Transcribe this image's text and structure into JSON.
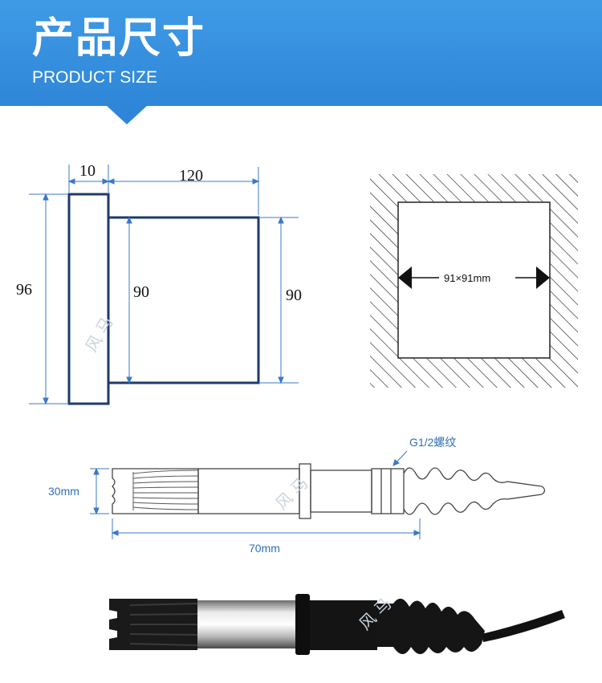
{
  "header": {
    "title_cn": "产品尺寸",
    "title_en": "PRODUCT SIZE"
  },
  "front_view": {
    "width_plate": "10",
    "width_body": "120",
    "height_plate": "96",
    "height_body_inner": "90",
    "height_body_outer": "90"
  },
  "cutout": {
    "label": "91×91mm"
  },
  "probe": {
    "thread_label": "G1/2螺纹",
    "diameter_label": "30mm",
    "length_label": "70mm"
  },
  "watermark": {
    "text": "风 马"
  },
  "colors": {
    "banner": "#2f86d8",
    "outline_navy": "#1e3a6b",
    "dim_blue": "#3a78c8"
  }
}
